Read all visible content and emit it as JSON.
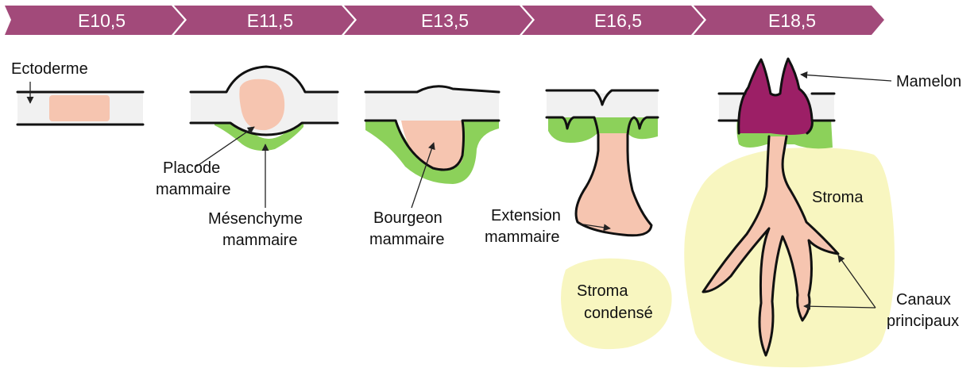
{
  "colors": {
    "banner": "#a24a7a",
    "skin": "#f1f1f1",
    "placode": "#f6c5b0",
    "mesenchyme": "#8cd15a",
    "nipple": "#9c1f66",
    "stroma": "#f8f6c0"
  },
  "stages": [
    "E10,5",
    "E11,5",
    "E13,5",
    "E16,5",
    "E18,5"
  ],
  "labels": {
    "ectoderme": "Ectoderme",
    "placode": [
      "Placode",
      "mammaire"
    ],
    "mesenchyme": [
      "Mésenchyme",
      "mammaire"
    ],
    "bourgeon": [
      "Bourgeon",
      "mammaire"
    ],
    "extension": [
      "Extension",
      "mammaire"
    ],
    "stroma_condense": [
      "Stroma",
      "condensé"
    ],
    "stroma": "Stroma",
    "mamelon": "Mamelon",
    "canaux": [
      "Canaux",
      "principaux"
    ]
  }
}
